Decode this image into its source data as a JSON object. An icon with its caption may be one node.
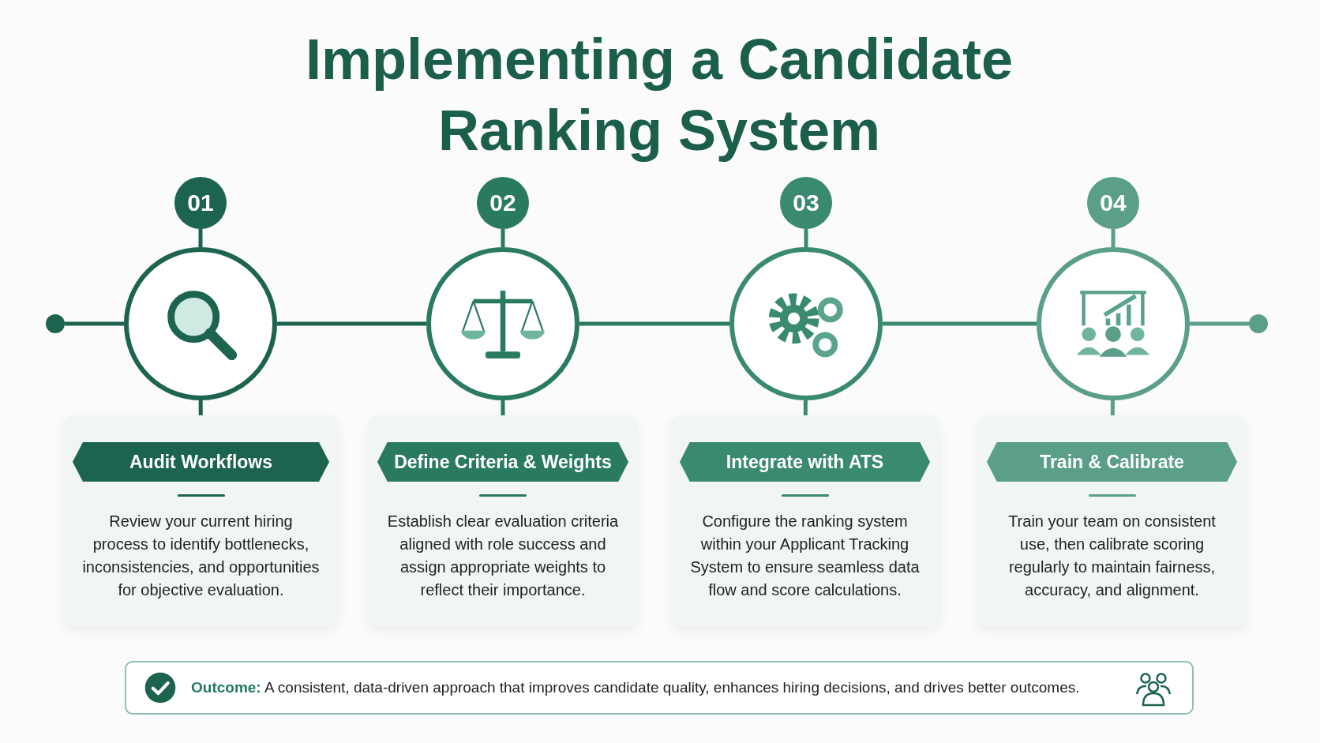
{
  "diagram": {
    "title": "Implementing a Candidate Ranking System",
    "nodes": [
      {
        "text": [],
        "shape": "circle"
      },
      {
        "text": [
          "01"
        ]
      },
      {
        "text": [],
        "shape": "circle"
      },
      {
        "text": [
          "Audit Workflows",
          "Review your current hiring process to identify bottlenecks, inconsistencies, and opportunities for objective evaluation."
        ]
      },
      {
        "text": [
          "02"
        ]
      },
      {
        "text": [],
        "shape": "circle"
      },
      {
        "text": [
          "Define Criteria & Weights",
          "Establish clear evaluation criteria aligned with role success and assign appropriate weights to reflect their importance."
        ]
      },
      {
        "text": [
          "03"
        ]
      },
      {
        "text": [],
        "shape": "circle"
      },
      {
        "text": [
          "Integrate with ATS",
          "Configure the ranking system within your Applicant Tracking System to ensure seamless data flow and score calculations."
        ]
      },
      {
        "text": [
          "04"
        ]
      },
      {
        "text": [],
        "shape": "circle"
      },
      {
        "text": [
          "Train & Calibrate",
          "Train your team on consistent use, then calibrate scoring regularly to maintain fairness, accuracy, and alignment."
        ]
      },
      {
        "text": [],
        "shape": "circle"
      },
      {
        "text": [
          "**Outcome:** A consistent, data-driven approach that improves candidate quality, enhances hiring decisions, and drives better outcomes."
        ]
      }
    ],
    "edges": [
      {
        "from": 0,
        "to": 2,
        "arrow": "none"
      },
      {
        "from": 2,
        "to": 5,
        "arrow": "none"
      },
      {
        "from": 5,
        "to": 8,
        "arrow": "none"
      },
      {
        "from": 8,
        "to": 11,
        "arrow": "none"
      },
      {
        "from": 11,
        "to": 13,
        "arrow": "none"
      },
      {
        "from": 1,
        "to": 2,
        "arrow": "none"
      },
      {
        "from": 2,
        "to": 3,
        "arrow": "none"
      },
      {
        "from": 4,
        "to": 5,
        "arrow": "none"
      },
      {
        "from": 5,
        "to": 6,
        "arrow": "none"
      },
      {
        "from": 7,
        "to": 8,
        "arrow": "none"
      },
      {
        "from": 8,
        "to": 9,
        "arrow": "none"
      },
      {
        "from": 10,
        "to": 11,
        "arrow": "none"
      },
      {
        "from": 11,
        "to": 12,
        "arrow": "none"
      }
    ]
  }
}
